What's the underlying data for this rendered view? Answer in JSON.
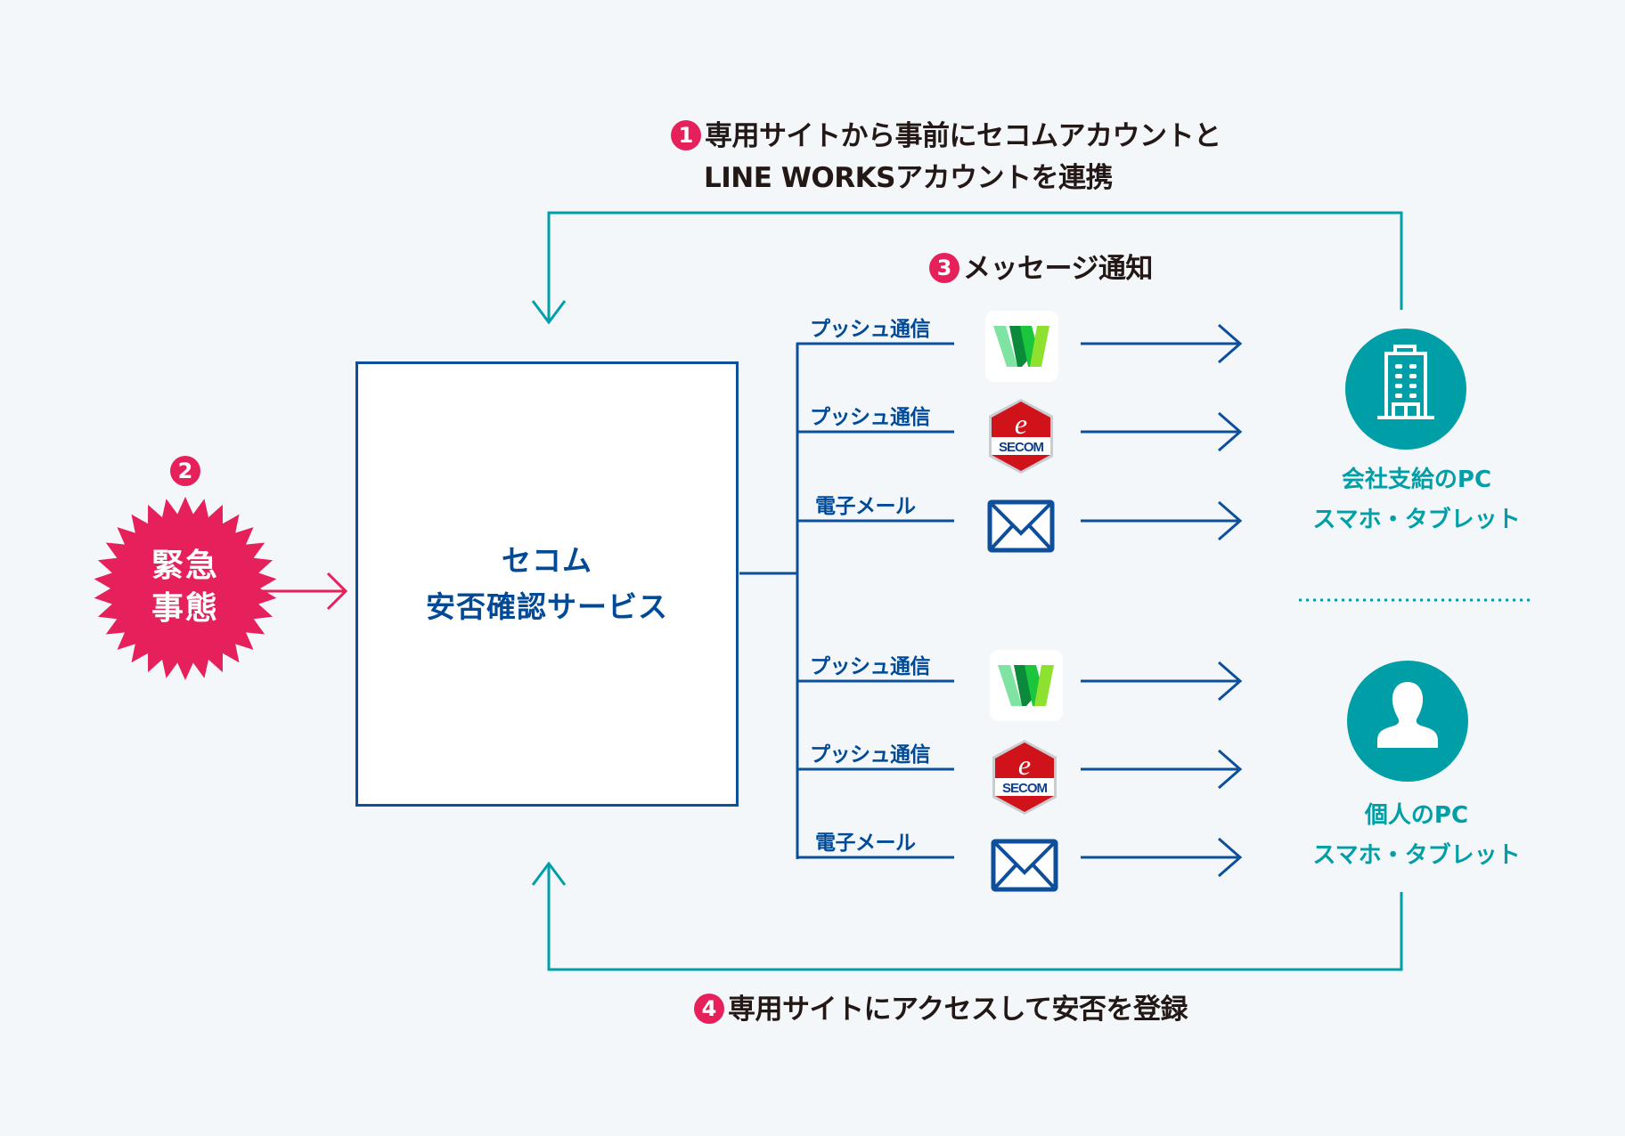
{
  "colors": {
    "background": "#f3f7fa",
    "navy": "#004a97",
    "teal": "#009fa8",
    "accent_red": "#e5205a",
    "text_dark": "#231815",
    "secom_red": "#d0121b"
  },
  "steps": [
    {
      "number": "1",
      "line1": "専用サイトから事前にセコムアカウントと",
      "line2": "LINE WORKSアカウントを連携"
    },
    {
      "number": "2",
      "label": "緊急事態",
      "line1": "緊急",
      "line2": "事態"
    },
    {
      "number": "3",
      "label": "メッセージ通知"
    },
    {
      "number": "4",
      "label": "専用サイトにアクセスして安否を登録"
    }
  ],
  "service": {
    "line1": "セコム",
    "line2": "安否確認サービス"
  },
  "groups": [
    {
      "target": {
        "icon": "building-icon",
        "line1": "会社支給のPC",
        "line2": "スマホ・タブレット"
      },
      "channels": [
        {
          "label": "プッシュ通信",
          "icon": "line-works-icon"
        },
        {
          "label": "プッシュ通信",
          "icon": "secom-app-icon"
        },
        {
          "label": "電子メール",
          "icon": "mail-icon"
        }
      ]
    },
    {
      "target": {
        "icon": "person-icon",
        "line1": "個人のPC",
        "line2": "スマホ・タブレット"
      },
      "channels": [
        {
          "label": "プッシュ通信",
          "icon": "line-works-icon"
        },
        {
          "label": "プッシュ通信",
          "icon": "secom-app-icon"
        },
        {
          "label": "電子メール",
          "icon": "mail-icon"
        }
      ]
    }
  ],
  "secom_logo": {
    "letter": "e",
    "text": "SECOM"
  },
  "line_works_logo": {
    "letter": "W"
  }
}
